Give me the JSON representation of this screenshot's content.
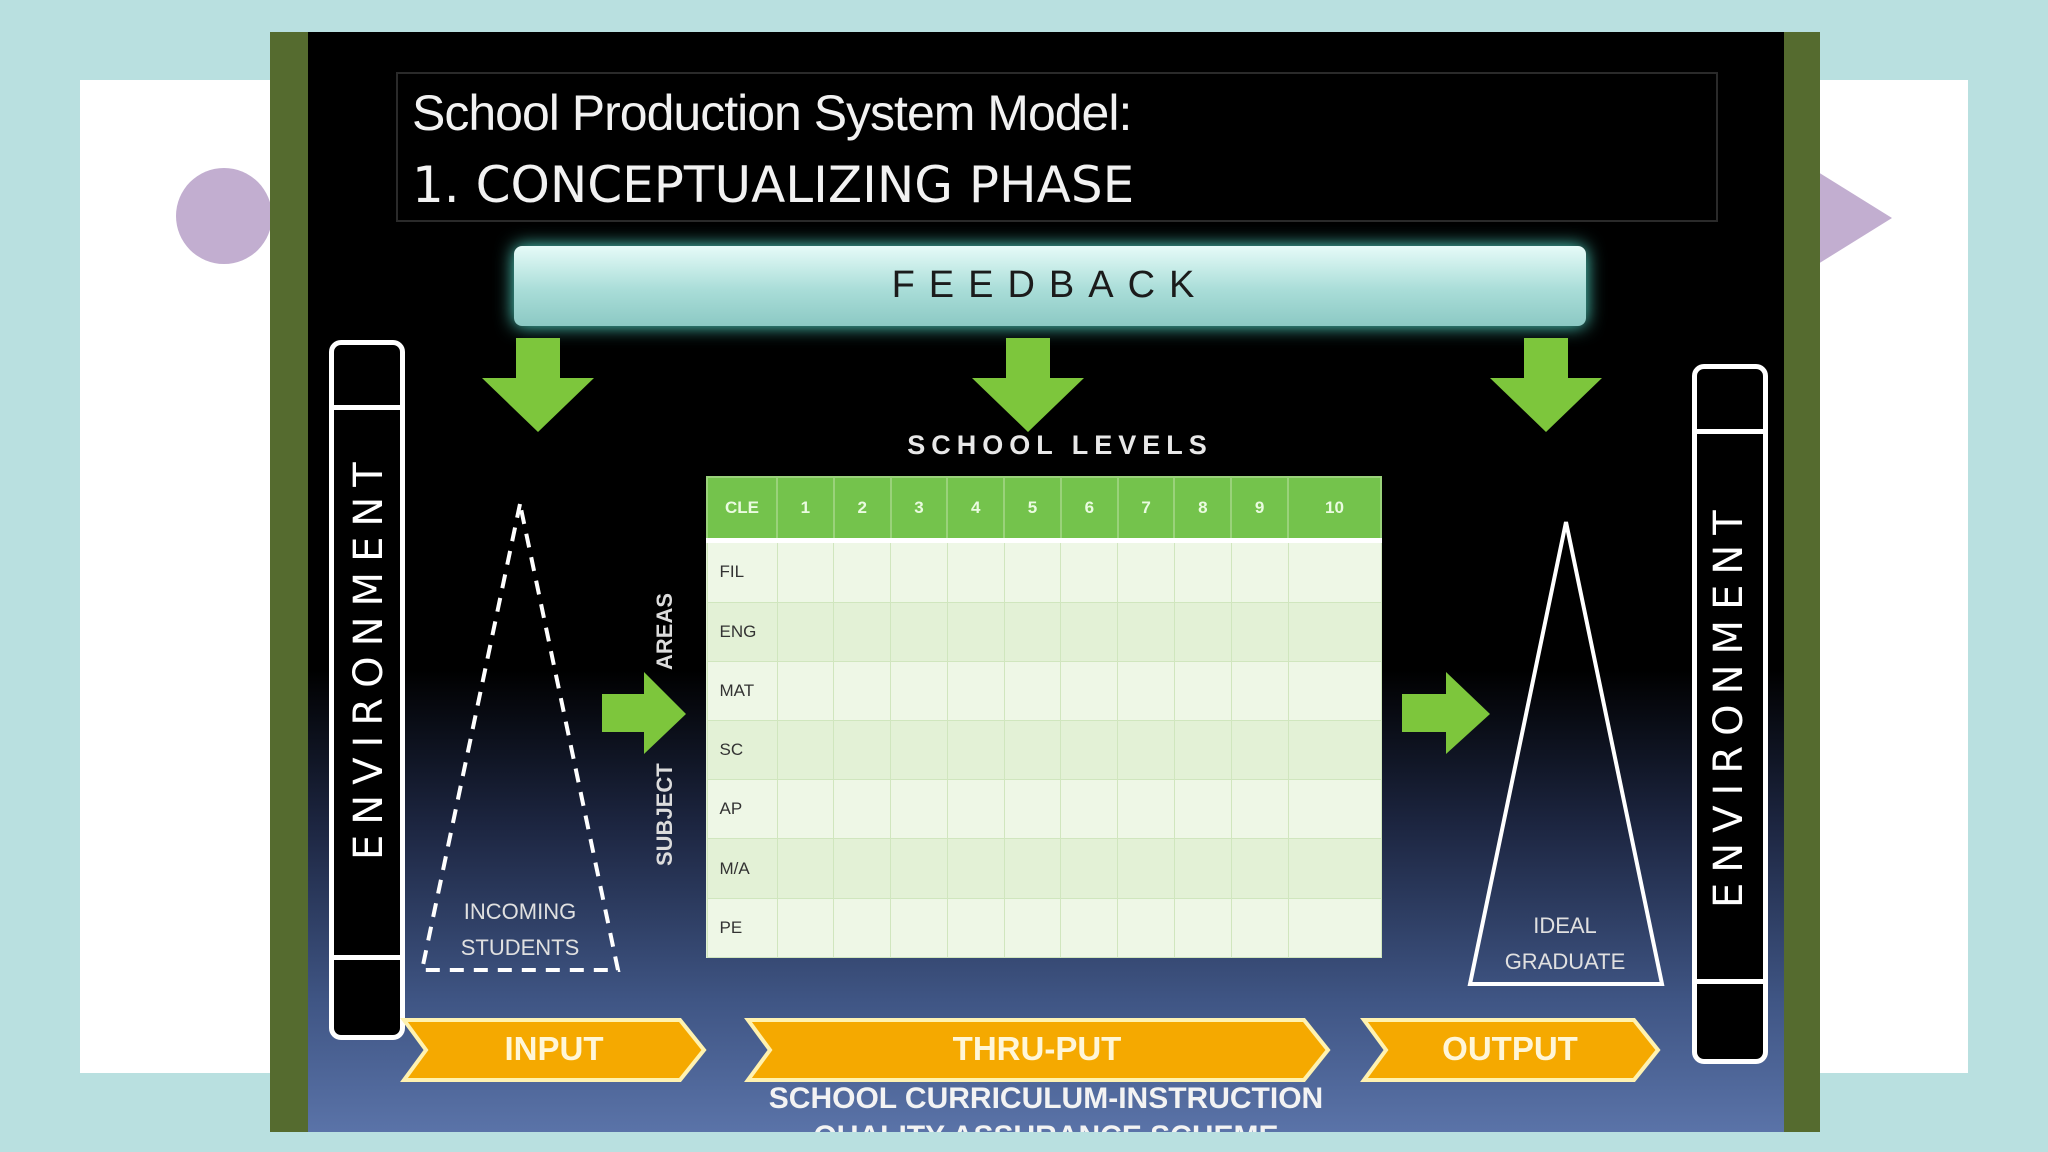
{
  "title": {
    "line1": "School Production System Model:",
    "line2": "1. CONCEPTUALIZING  PHASE"
  },
  "feedback": "FEEDBACK",
  "environment_left": "ENVIRONMENT",
  "environment_right": "ENVIRONMENT",
  "school_levels": "SCHOOL    LEVELS",
  "table": {
    "headers": [
      "CLE",
      "1",
      "2",
      "3",
      "4",
      "5",
      "6",
      "7",
      "8",
      "9",
      "10"
    ],
    "rows": [
      "FIL",
      "ENG",
      "MAT",
      "SC",
      "AP",
      "M/A",
      "PE"
    ]
  },
  "subject_label": "SUBJECT",
  "areas_label": "AREAS",
  "incoming": [
    "INCOMING",
    "STUDENTS"
  ],
  "ideal": [
    "IDEAL",
    "GRADUATE"
  ],
  "phases": {
    "input": "INPUT",
    "thruput": "THRU-PUT",
    "output": "OUTPUT"
  },
  "footer": {
    "line1": "SCHOOL CURRICULUM-INSTRUCTION",
    "line2": "QUALITY ASSURANCE SCHEME"
  },
  "colors": {
    "arrow_green": "#7dc63c",
    "phase_orange": "#f5a900",
    "feedback_teal": "#a9ddd8",
    "slide_olive": "#556b2f",
    "decor_lilac": "#c2aed0"
  }
}
